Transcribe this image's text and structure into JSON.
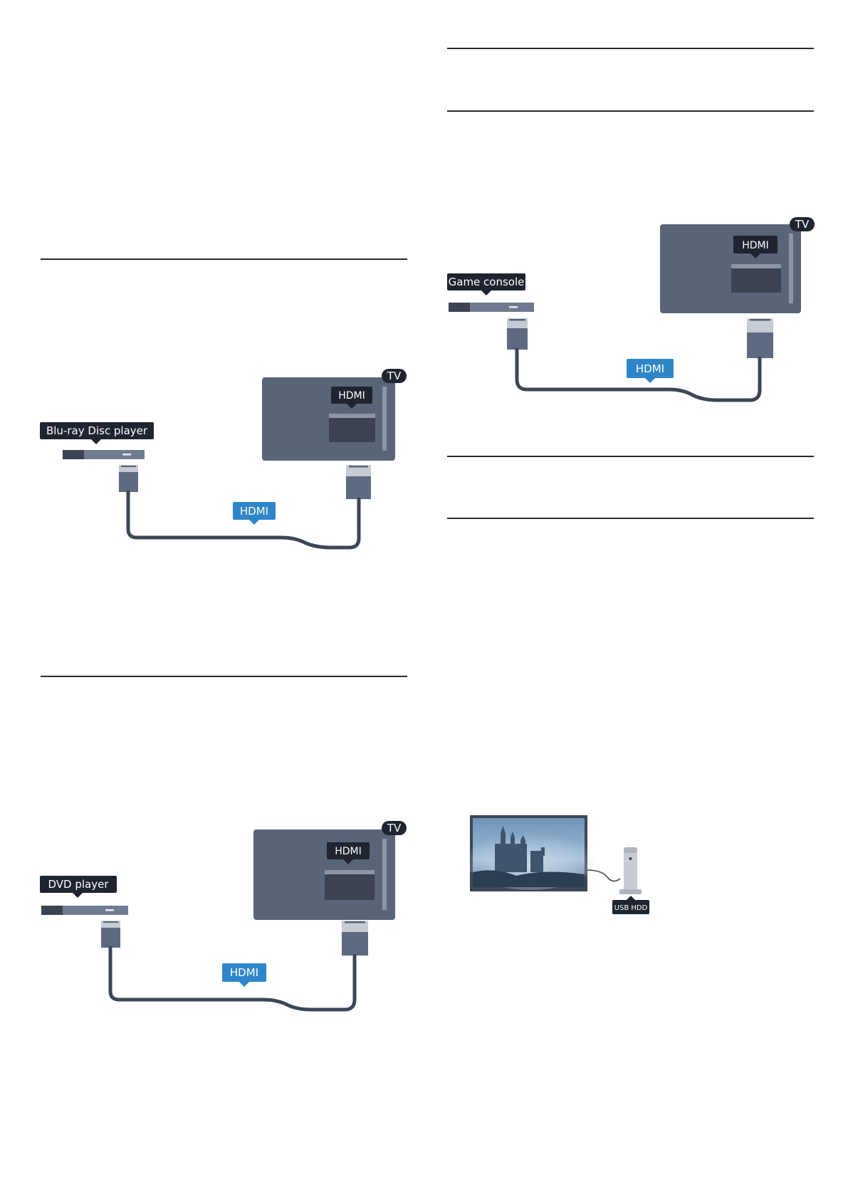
{
  "figures": {
    "bluray": {
      "device": "Blu-ray Disc player",
      "tv": "TV",
      "port": "HDMI",
      "cable": "HDMI"
    },
    "dvd": {
      "device": "DVD player",
      "tv": "TV",
      "port": "HDMI",
      "cable": "HDMI"
    },
    "game": {
      "device": "Game console",
      "tv": "TV",
      "port": "HDMI",
      "cable": "HDMI"
    },
    "usb": {
      "device": "USB HDD"
    }
  },
  "colors": {
    "tv_body": "#5a6478",
    "device_body": "#5e6a80",
    "dark_label": "#1e2530",
    "hdmi_blue": "#2e86c9",
    "cable": "#3d4656"
  }
}
